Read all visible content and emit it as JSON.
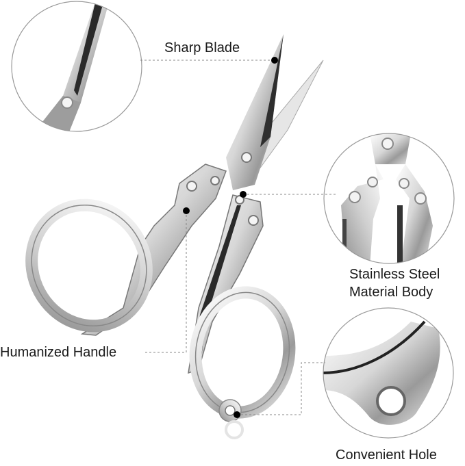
{
  "labels": {
    "sharp_blade": "Sharp Blade",
    "steel_line1": "Stainless Steel",
    "steel_line2": "Material Body",
    "handle": "Humanized Handle",
    "hole": "Convenient Hole"
  },
  "colors": {
    "steel_light": "#f2f2f2",
    "steel_mid": "#b9b9b9",
    "steel_dark": "#3a3a3a",
    "line": "#888888",
    "dot": "#000000"
  }
}
